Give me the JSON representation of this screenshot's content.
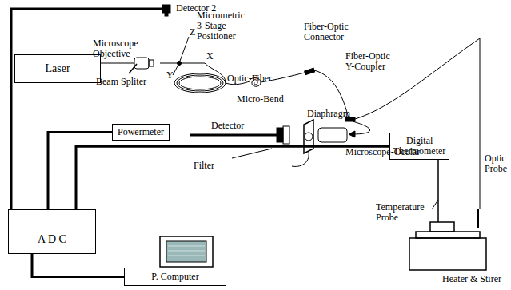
{
  "diagram": {
    "nodes": [
      {
        "text": [
          "Laser"
        ]
      },
      {
        "text": [
          "Powermeter"
        ]
      },
      {
        "text": [
          "Digital Thermometer"
        ]
      },
      {
        "text": [
          "A D C"
        ]
      },
      {
        "text": [
          "P. Computer"
        ]
      }
    ],
    "edges": [
      {
        "from": 1,
        "to": 3,
        "arrow": "none"
      },
      {
        "from": 2,
        "to": 3,
        "arrow": "none"
      },
      {
        "from": 3,
        "to": 4,
        "arrow": "none"
      }
    ],
    "labels": [
      "Detector 2",
      "Micrometric 3-Stage Positioner",
      "Z",
      "X",
      "Y",
      "Microscope Objective",
      "Beam Spliter",
      "Optic-Fiber",
      "Micro-Bend",
      "Fiber-Optic Connector",
      "Fiber-Optic Y-Coupler",
      "Diaphragm",
      "Detector",
      "Filter",
      "Microscope-Ocular",
      "Optic Probe",
      "Temperature Probe",
      "Heater & Stirer"
    ]
  }
}
